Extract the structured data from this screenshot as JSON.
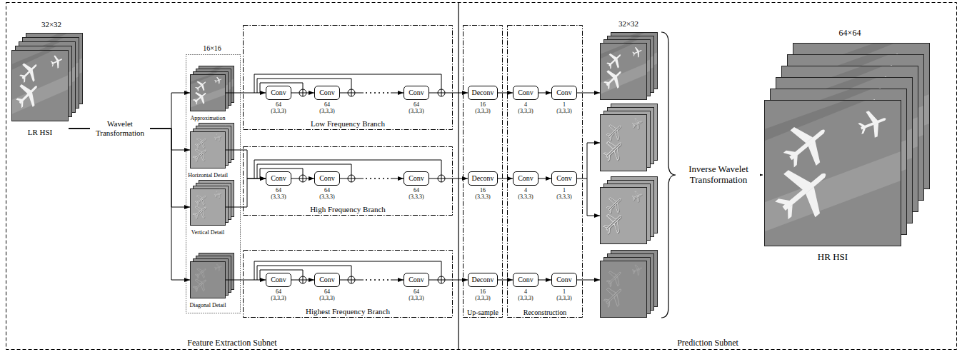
{
  "diagram": {
    "nodes": [
      {
        "text": [
          "Feature Extraction Subnet"
        ]
      },
      {
        "text": [
          "LR HSI"
        ],
        "in": 0
      },
      {
        "text": [
          "Approximation"
        ],
        "in": 0
      },
      {
        "text": [
          "Horizontal Detail"
        ],
        "in": 0
      },
      {
        "text": [
          "Vertical Detail"
        ],
        "in": 0
      },
      {
        "text": [
          "Diagonal Detail"
        ],
        "in": 0
      },
      {
        "text": [
          "Low Frequency Branch"
        ],
        "in": 0
      },
      {
        "text": [
          "Conv",
          "64",
          "(3,3,3)"
        ],
        "in": 6
      },
      {
        "text": [
          "Conv",
          "64",
          "(3,3,3)"
        ],
        "in": 6
      },
      {
        "text": [
          "Conv",
          "64",
          "(3,3,3)"
        ],
        "in": 6
      },
      {
        "text": [
          "High Frequency Branch"
        ],
        "in": 0
      },
      {
        "text": [
          "Conv",
          "64",
          "(3,3,3)"
        ],
        "in": 10
      },
      {
        "text": [
          "Conv",
          "64",
          "(3,3,3)"
        ],
        "in": 10
      },
      {
        "text": [
          "Conv",
          "64",
          "(3,3,3)"
        ],
        "in": 10
      },
      {
        "text": [
          "Highest Frequency Branch"
        ],
        "in": 0
      },
      {
        "text": [
          "Conv",
          "64",
          "(3,3,3)"
        ],
        "in": 14
      },
      {
        "text": [
          "Conv",
          "64",
          "(3,3,3)"
        ],
        "in": 14
      },
      {
        "text": [
          "Conv",
          "64",
          "(3,3,3)"
        ],
        "in": 14
      },
      {
        "text": [
          "Prediction Subnet"
        ]
      },
      {
        "text": [
          "Up-sample"
        ],
        "in": 18
      },
      {
        "text": [
          "Deconv",
          "16",
          "(3,3,3)"
        ],
        "in": 19
      },
      {
        "text": [
          "Deconv",
          "16",
          "(3,3,3)"
        ],
        "in": 19
      },
      {
        "text": [
          "Deconv",
          "16",
          "(3,3,3)"
        ],
        "in": 19
      },
      {
        "text": [
          "Reconstruction"
        ],
        "in": 18
      },
      {
        "text": [
          "Conv",
          "4",
          "(3,3,3)"
        ],
        "in": 23
      },
      {
        "text": [
          "Conv",
          "1",
          "(3,3,3)"
        ],
        "in": 23
      },
      {
        "text": [
          "Conv",
          "4",
          "(3,3,3)"
        ],
        "in": 23
      },
      {
        "text": [
          "Conv",
          "1",
          "(3,3,3)"
        ],
        "in": 23
      },
      {
        "text": [
          "Conv",
          "4",
          "(3,3,3)"
        ],
        "in": 23
      },
      {
        "text": [
          "Conv",
          "1",
          "(3,3,3)"
        ],
        "in": 23
      },
      {
        "text": [
          "HR HSI"
        ],
        "in": 18
      }
    ],
    "edges": [
      {
        "from": 1,
        "to": 2,
        "arrow": "to",
        "label": "Wavelet Transformation"
      },
      {
        "from": 1,
        "to": 3,
        "arrow": "to"
      },
      {
        "from": 1,
        "to": 4,
        "arrow": "to"
      },
      {
        "from": 1,
        "to": 5,
        "arrow": "to"
      },
      {
        "from": 2,
        "to": 7,
        "arrow": "to"
      },
      {
        "from": 3,
        "to": 11,
        "arrow": "to"
      },
      {
        "from": 4,
        "to": 11,
        "arrow": "to"
      },
      {
        "from": 5,
        "to": 15,
        "arrow": "to"
      },
      {
        "from": 7,
        "to": 8,
        "arrow": "to"
      },
      {
        "from": 8,
        "to": 9,
        "arrow": "to"
      },
      {
        "from": 11,
        "to": 12,
        "arrow": "to"
      },
      {
        "from": 12,
        "to": 13,
        "arrow": "to"
      },
      {
        "from": 15,
        "to": 16,
        "arrow": "to"
      },
      {
        "from": 16,
        "to": 17,
        "arrow": "to"
      },
      {
        "from": 9,
        "to": 20,
        "arrow": "to"
      },
      {
        "from": 13,
        "to": 21,
        "arrow": "to"
      },
      {
        "from": 17,
        "to": 22,
        "arrow": "to"
      },
      {
        "from": 20,
        "to": 24,
        "arrow": "to"
      },
      {
        "from": 24,
        "to": 25,
        "arrow": "to"
      },
      {
        "from": 21,
        "to": 26,
        "arrow": "to"
      },
      {
        "from": 26,
        "to": 27,
        "arrow": "to"
      },
      {
        "from": 22,
        "to": 28,
        "arrow": "to"
      },
      {
        "from": 28,
        "to": 29,
        "arrow": "to"
      }
    ],
    "labels": [
      "32×32",
      "16×16",
      "32×32",
      "64×64",
      "Inverse Wavelet Transformation"
    ]
  }
}
